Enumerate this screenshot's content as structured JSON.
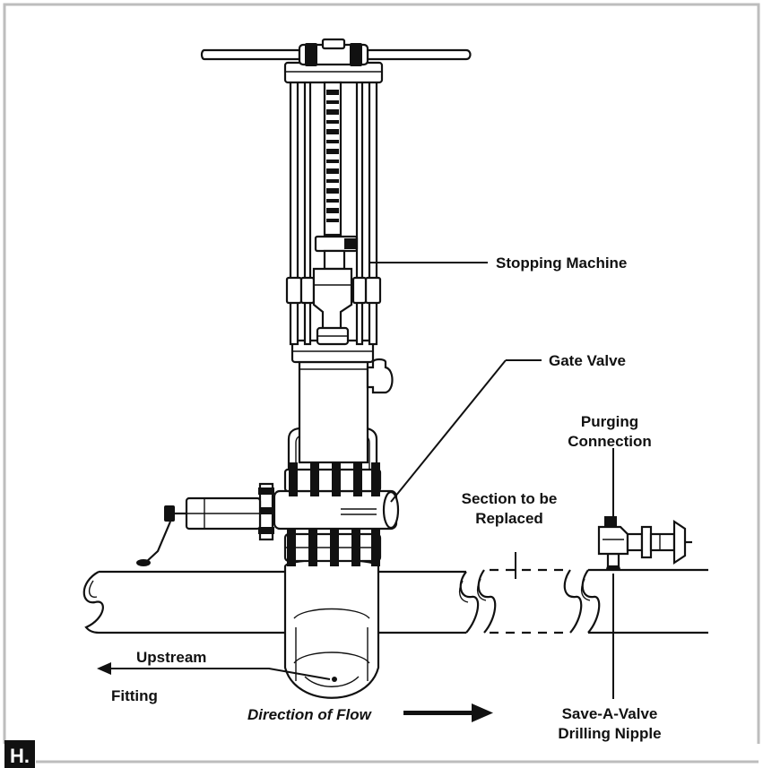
{
  "figure": {
    "badge": "H.",
    "colors": {
      "frame": "#bdbdbd",
      "ink": "#111111",
      "badge_bg": "#111111",
      "badge_text": "#ffffff"
    }
  },
  "labels": {
    "stopping_machine": "Stopping Machine",
    "gate_valve": "Gate Valve",
    "purging_connection": [
      "Purging",
      "Connection"
    ],
    "section_to_be_replaced": [
      "Section to be",
      "Replaced"
    ],
    "upstream": "Upstream",
    "fitting": "Fitting",
    "direction_of_flow": "Direction of Flow",
    "drilling_nipple": [
      "Save-A-Valve",
      "Drilling Nipple"
    ]
  }
}
